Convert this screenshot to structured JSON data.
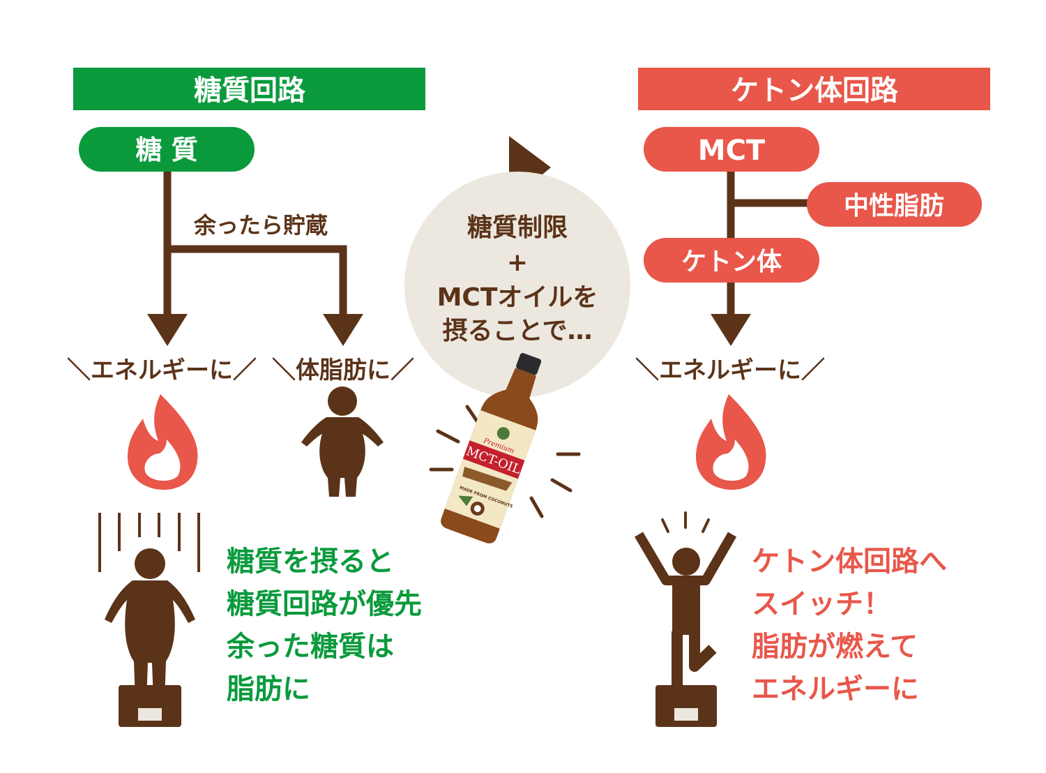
{
  "colors": {
    "green": "#0a9a3c",
    "red": "#e8574a",
    "brown": "#5b3319",
    "beige": "#ece8df"
  },
  "left": {
    "header": "糖質回路",
    "source_pill": "糖 質",
    "branch_label": "余ったら貯蔵",
    "outcome_energy": "＼エネルギーに／",
    "outcome_fat": "＼体脂肪に／",
    "caption": [
      "糖質を摂ると",
      "糖質回路が優先",
      "余った糖質は",
      "脂肪に"
    ]
  },
  "center": {
    "lines": [
      "糖質制限",
      "+",
      "MCTオイルを",
      "摂ることで…"
    ],
    "bottle_label": {
      "top": "Premium",
      "main": "MCT-OIL",
      "badge": "MADE FROM COCONUTS"
    }
  },
  "right": {
    "header": "ケトン体回路",
    "source_pill": "MCT",
    "branch_pill": "中性脂肪",
    "ketone_pill": "ケトン体",
    "outcome_energy": "＼エネルギーに／",
    "caption": [
      "ケトン体回路へ",
      "スイッチ！",
      "脂肪が燃えて",
      "エネルギーに"
    ]
  }
}
